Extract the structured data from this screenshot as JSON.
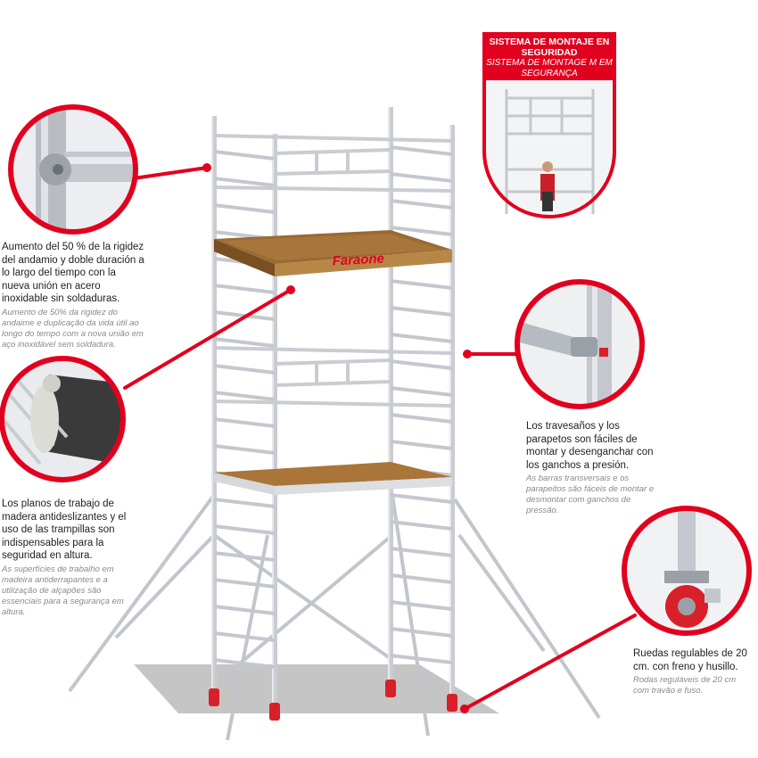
{
  "brand": {
    "logo_text": "Faraone"
  },
  "colors": {
    "accent": "#e1001e",
    "frame": "#c9ccd1",
    "wood": "#9a6a35"
  },
  "callouts": {
    "joint": {
      "es": "Aumento del 50 % de la rigidez del andamio y doble duración a lo largo del tiempo con la nueva unión en acero inoxidable sin soldaduras.",
      "pt": "Aumento de 50% da rigidez do andaime e duplicação da vida útil ao longo do tempo com a nova união em aço inoxidável sem soldadura."
    },
    "planks": {
      "es": "Los planos de trabajo de madera antideslizantes y el uso de las trampillas son indispensables para la seguridad en altura.",
      "pt": "As superfícies de trabalho em madeira antiderrapantes e a utilização de alçapões são essenciais para a segurança em altura."
    },
    "hooks": {
      "es": "Los travesaños y los parapetos son fáciles de montar y desenganchar con los ganchos a presión.",
      "pt": "As barras transversais e os parapeitos são fáceis de montar e desmontar com ganchos de pressão."
    },
    "wheels": {
      "es": "Ruedas regulables de 20 cm. con freno y husillo.",
      "pt": "Rodas reguláveis de 20 cm com travão e fuso."
    }
  },
  "badge": {
    "es": "SISTEMA DE MONTAJE EN SEGURIDAD",
    "pt": "SISTEMA DE MONTAGE M EM SEGURANÇA"
  }
}
